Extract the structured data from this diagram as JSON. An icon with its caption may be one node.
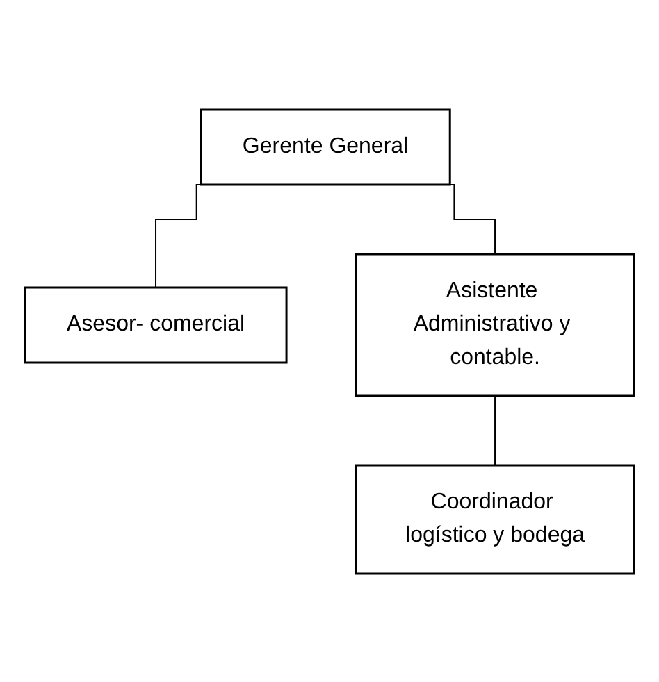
{
  "diagram": {
    "nodes": [
      {
        "text": [
          "Gerente General"
        ]
      },
      {
        "text": [
          "Asesor- comercial"
        ]
      },
      {
        "text": [
          "Asistente Administrativo y contable."
        ]
      },
      {
        "text": [
          "Coordinador logístico y bodega"
        ]
      }
    ],
    "edges": [
      {
        "from": 0,
        "to": 1,
        "arrow": "none"
      },
      {
        "from": 0,
        "to": 2,
        "arrow": "none"
      },
      {
        "from": 2,
        "to": 3,
        "arrow": "none"
      }
    ]
  }
}
